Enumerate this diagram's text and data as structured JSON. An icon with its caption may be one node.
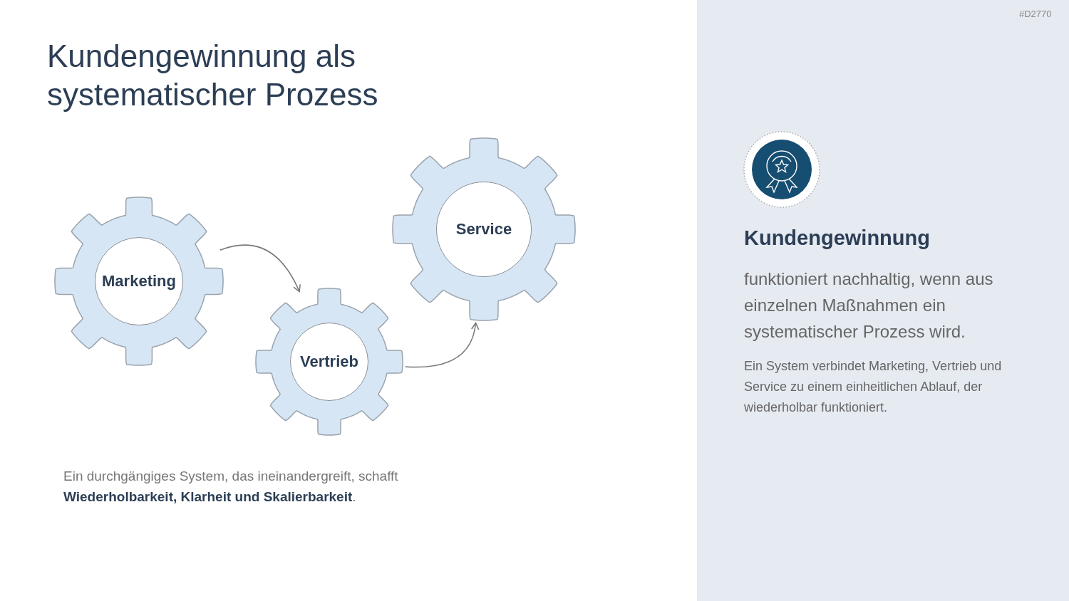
{
  "diagram": {
    "title": "Kundengewinnung als systematischer Prozess",
    "nodes": [
      {
        "text": [
          "Marketing"
        ]
      },
      {
        "text": [
          "Vertrieb"
        ]
      },
      {
        "text": [
          "Service"
        ]
      }
    ],
    "edges": [
      {
        "from": 0,
        "to": 1,
        "arrow": "to"
      },
      {
        "from": 1,
        "to": 2,
        "arrow": "to"
      }
    ],
    "labels": [
      "Ein durchgängiges System, das ineinandergreift, schafft **Wiederholbarkeit, Klarheit und Skalierbarkeit**.",
      "#D2770",
      "Kundengewinnung",
      "funktioniert nachhaltig, wenn aus einzelnen Maßnahmen ein systematischer Prozess wird.",
      "Ein System verbindet Marketing, Vertrieb und Service zu einem einheitlichen Ablauf, der wiederholbar funktioniert."
    ]
  }
}
